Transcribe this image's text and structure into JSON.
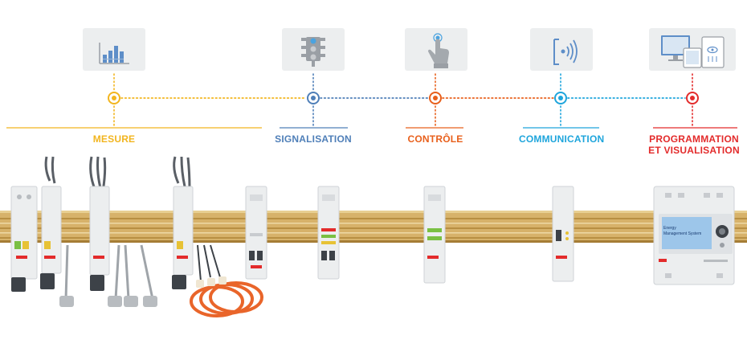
{
  "stages": [
    {
      "id": "mesure",
      "label": "MESURE",
      "color": "#f2b51f",
      "icon": "bar-chart-icon"
    },
    {
      "id": "signalisation",
      "label": "SIGNALISATION",
      "color": "#4f7fb8",
      "icon": "traffic-light-icon"
    },
    {
      "id": "controle",
      "label": "CONTRÔLE",
      "color": "#e8601c",
      "icon": "touch-hand-icon"
    },
    {
      "id": "communication",
      "label": "COMMUNICATION",
      "color": "#1ea5dc",
      "icon": "wireless-signal-icon"
    },
    {
      "id": "programmation",
      "label": "PROGRAMMATION ET VISUALISATION",
      "color": "#e32b2b",
      "icon": "devices-eye-icon"
    }
  ],
  "device": {
    "screen_line1": "Energy",
    "screen_line2": "Management System"
  },
  "colors": {
    "rail": "#d7b26a",
    "rail_dark": "#b88f43",
    "module": "#eceeef",
    "tile": "#eceeef",
    "coil": "#e9652a"
  }
}
